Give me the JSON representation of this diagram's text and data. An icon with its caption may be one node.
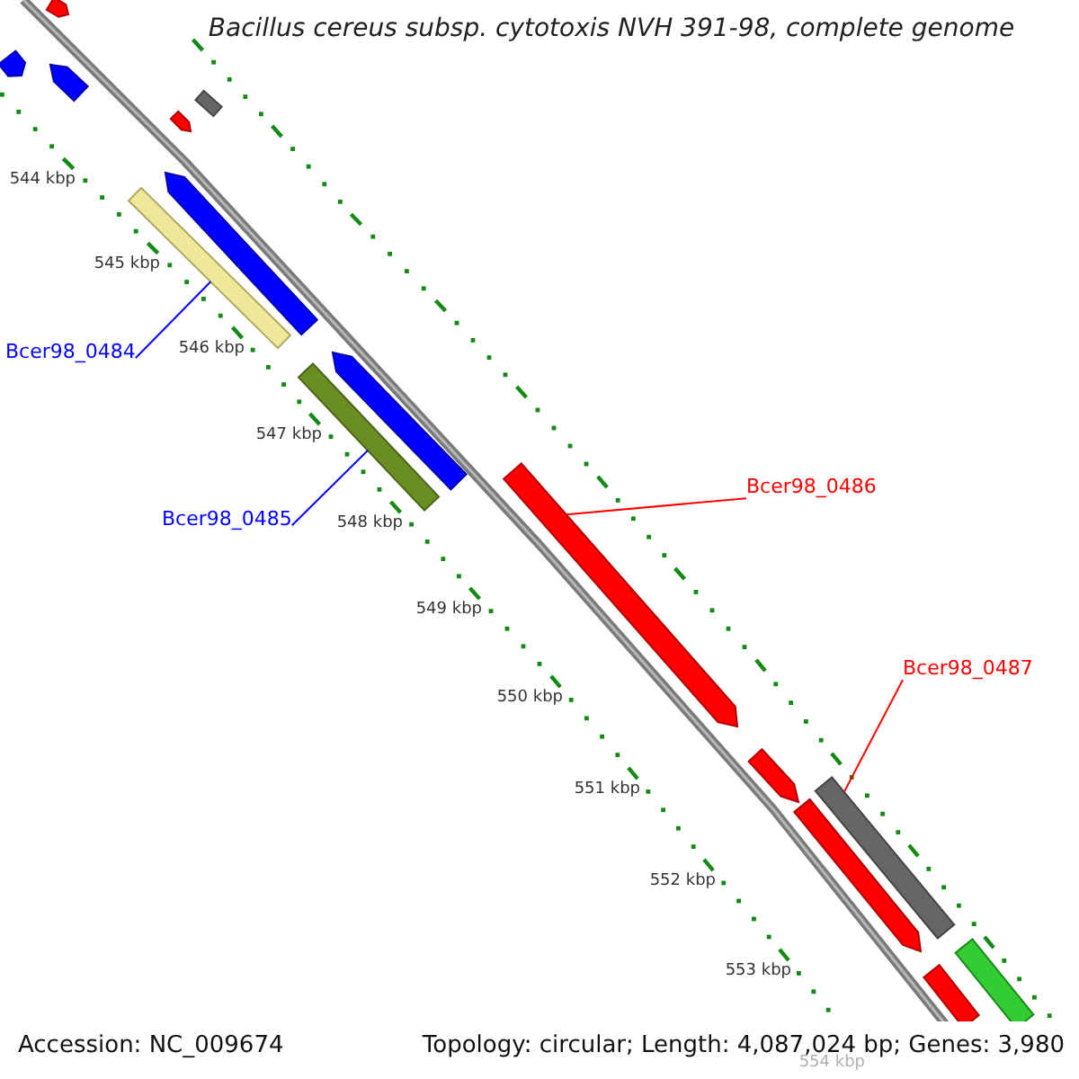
{
  "diagram": {
    "title": "Bacillus cereus subsp. cytotoxis NVH 391-98, complete genome",
    "nodes": [
      {
        "text": [
          "Bcer98_0484"
        ]
      },
      {
        "text": [],
        "shape": "bar"
      },
      {
        "text": [
          "Bcer98_0485"
        ]
      },
      {
        "text": [],
        "shape": "bar"
      },
      {
        "text": [
          "Bcer98_0486"
        ]
      },
      {
        "text": [],
        "shape": "bar"
      },
      {
        "text": [
          "Bcer98_0487"
        ]
      },
      {
        "text": [],
        "shape": "bar"
      }
    ],
    "edges": [
      {
        "from": 0,
        "to": 1,
        "arrow": "none",
        "color": "#0000ff"
      },
      {
        "from": 2,
        "to": 3,
        "arrow": "none",
        "color": "#0000ff"
      },
      {
        "from": 4,
        "to": 5,
        "arrow": "none",
        "color": "#ff0000"
      },
      {
        "from": 6,
        "to": 7,
        "arrow": "none",
        "color": "#ff0000"
      }
    ],
    "labels": [
      "544 kbp",
      "545 kbp",
      "546 kbp",
      "547 kbp",
      "548 kbp",
      "549 kbp",
      "550 kbp",
      "551 kbp",
      "552 kbp",
      "553 kbp",
      "554 kbp",
      "Accession: NC_009674",
      "Topology: circular; Length: 4,087,024 bp; Genes: 3,980"
    ]
  }
}
